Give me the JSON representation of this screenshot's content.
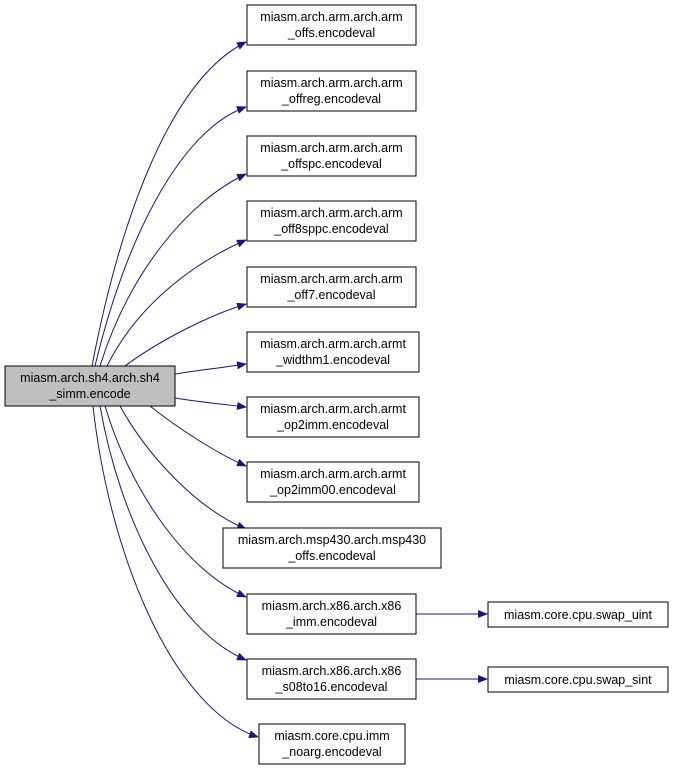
{
  "colors": {
    "root_fill": "#bfbfbf",
    "node_fill": "#ffffff",
    "stroke": "#000000",
    "edge": "#191970"
  },
  "root": {
    "line1": "miasm.arch.sh4.arch.sh4",
    "line2": "_simm.encode"
  },
  "callees": [
    {
      "line1": "miasm.arch.arm.arch.arm",
      "line2": "_offs.encodeval"
    },
    {
      "line1": "miasm.arch.arm.arch.arm",
      "line2": "_offreg.encodeval"
    },
    {
      "line1": "miasm.arch.arm.arch.arm",
      "line2": "_offspc.encodeval"
    },
    {
      "line1": "miasm.arch.arm.arch.arm",
      "line2": "_off8sppc.encodeval"
    },
    {
      "line1": "miasm.arch.arm.arch.arm",
      "line2": "_off7.encodeval"
    },
    {
      "line1": "miasm.arch.arm.arch.armt",
      "line2": "_widthm1.encodeval"
    },
    {
      "line1": "miasm.arch.arm.arch.armt",
      "line2": "_op2imm.encodeval"
    },
    {
      "line1": "miasm.arch.arm.arch.armt",
      "line2": "_op2imm00.encodeval"
    },
    {
      "line1": "miasm.arch.msp430.arch.msp430",
      "line2": "_offs.encodeval"
    },
    {
      "line1": "miasm.arch.x86.arch.x86",
      "line2": "_imm.encodeval"
    },
    {
      "line1": "miasm.arch.x86.arch.x86",
      "line2": "_s08to16.encodeval"
    },
    {
      "line1": "miasm.core.cpu.imm",
      "line2": "_noarg.encodeval"
    }
  ],
  "subcallees": [
    {
      "label": "miasm.core.cpu.swap_uint"
    },
    {
      "label": "miasm.core.cpu.swap_sint"
    }
  ]
}
